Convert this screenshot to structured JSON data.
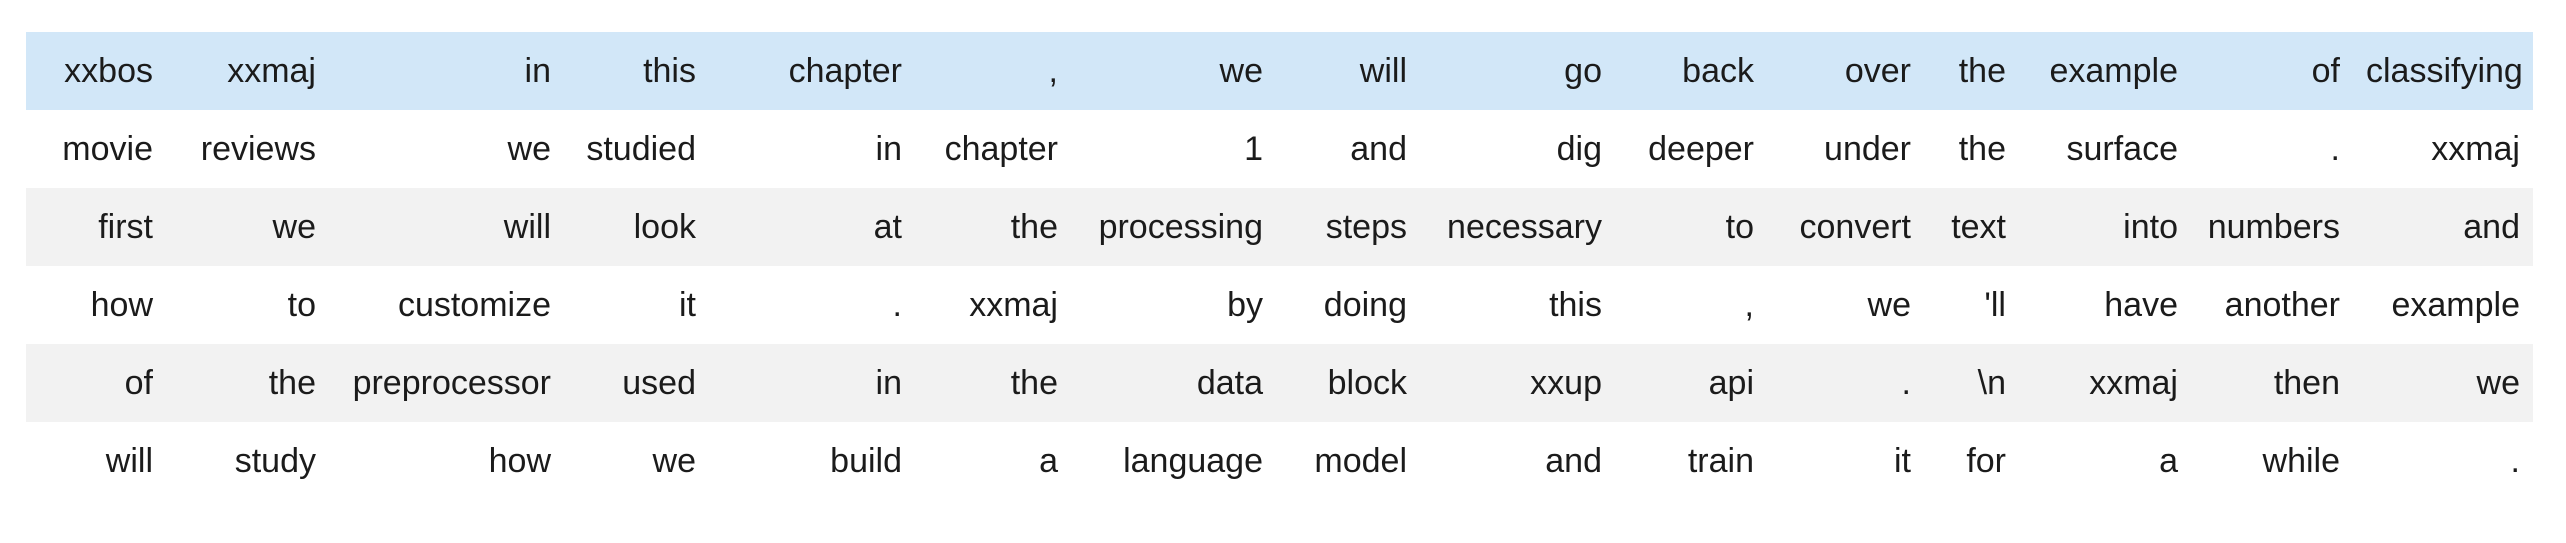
{
  "table": {
    "description_label": "tokenized text batch",
    "highlighted_row_index": 0,
    "rows": [
      [
        "xxbos",
        "xxmaj",
        "in",
        "this",
        "chapter",
        ",",
        "we",
        "will",
        "go",
        "back",
        "over",
        "the",
        "example",
        "of",
        "classifying"
      ],
      [
        "movie",
        "reviews",
        "we",
        "studied",
        "in",
        "chapter",
        "1",
        "and",
        "dig",
        "deeper",
        "under",
        "the",
        "surface",
        ".",
        "xxmaj"
      ],
      [
        "first",
        "we",
        "will",
        "look",
        "at",
        "the",
        "processing",
        "steps",
        "necessary",
        "to",
        "convert",
        "text",
        "into",
        "numbers",
        "and"
      ],
      [
        "how",
        "to",
        "customize",
        "it",
        ".",
        "xxmaj",
        "by",
        "doing",
        "this",
        ",",
        "we",
        "'ll",
        "have",
        "another",
        "example"
      ],
      [
        "of",
        "the",
        "preprocessor",
        "used",
        "in",
        "the",
        "data",
        "block",
        "xxup",
        "api",
        ".",
        "\\n",
        "xxmaj",
        "then",
        "we"
      ],
      [
        "will",
        "study",
        "how",
        "we",
        "build",
        "a",
        "language",
        "model",
        "and",
        "train",
        "it",
        "for",
        "a",
        "while",
        "."
      ]
    ],
    "colors": {
      "highlighted_row_bg": "#d2e7f8",
      "stripe_row_bg": "#f2f2f2",
      "plain_row_bg": "#ffffff",
      "text": "#1b1b1b"
    }
  }
}
